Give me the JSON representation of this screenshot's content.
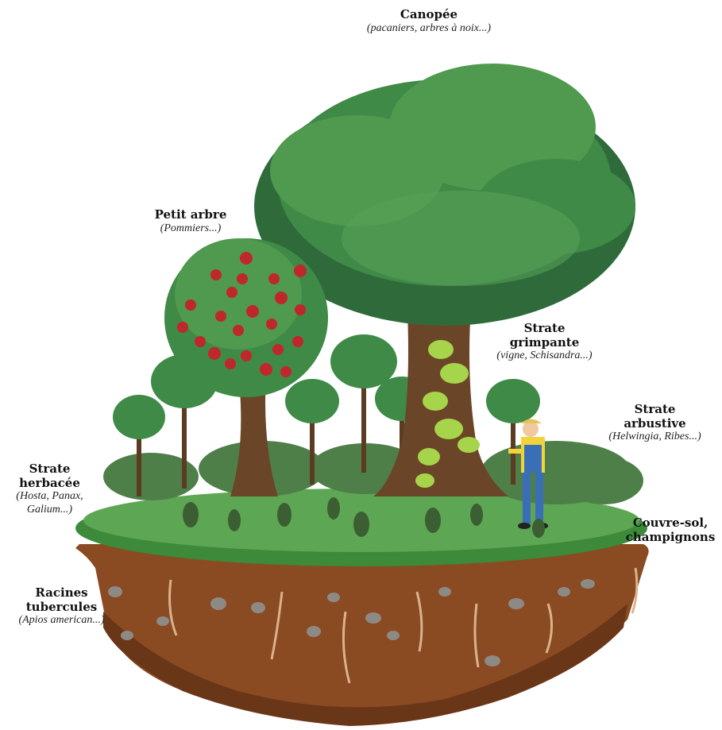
{
  "labels": {
    "canopee": {
      "title": "Canopée",
      "subtitle": "(pacaniers, arbres à noix...)"
    },
    "petit_arbre": {
      "title": "Petit arbre",
      "subtitle": "(Pommiers...)"
    },
    "grimpante": {
      "title_1": "Strate",
      "title_2": "grimpante",
      "subtitle": "(vigne, Schisandra...)"
    },
    "arbustive": {
      "title_1": "Strate",
      "title_2": "arbustive",
      "subtitle": "(Helwingia, Ribes...)"
    },
    "herbacee": {
      "title_1": "Strate",
      "title_2": "herbacée",
      "subtitle_1": "(Hosta, Panax,",
      "subtitle_2": "Galium...)"
    },
    "couvre_sol": {
      "title_1": "Couvre-sol,",
      "title_2": "champignons"
    },
    "racines": {
      "title_1": "Racines",
      "title_2": "tubercules",
      "subtitle": "(Apios american...)"
    }
  },
  "colors": {
    "canopy_dark": "#2f6b3a",
    "canopy_mid": "#3f8a46",
    "canopy_light": "#5aa35a",
    "trunk": "#6b4527",
    "grass": "#5da653",
    "grass_edge": "#3c8a3a",
    "soil": "#8a4a22",
    "soil_dark": "#6a3618",
    "apple": "#c0272d",
    "vine": "#a6d44a",
    "gardener_shirt": "#f3d33b",
    "gardener_pants": "#3a6fb7"
  },
  "icons": [
    "gardener-figure",
    "apple-tree",
    "canopy-tree",
    "vine",
    "rock",
    "root"
  ]
}
